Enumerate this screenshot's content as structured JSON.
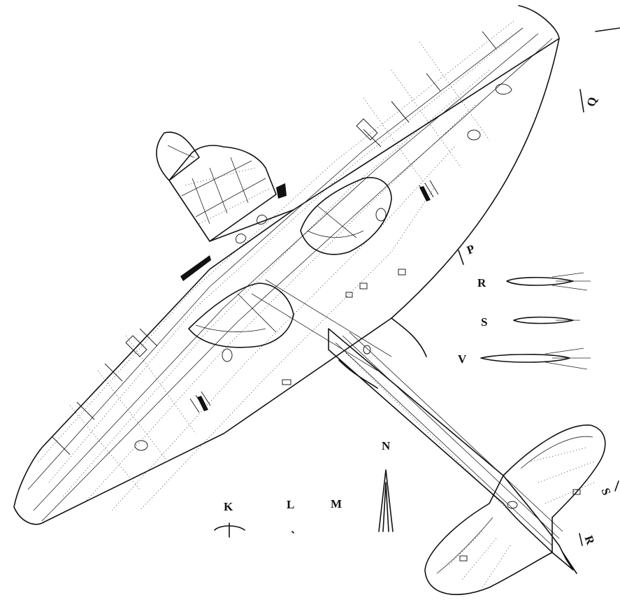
{
  "labels": {
    "K": "K",
    "L": "L",
    "M": "M",
    "N": "N",
    "P": "P",
    "Q": "Q",
    "R_profile": "R",
    "S_profile": "S",
    "V_profile": "V",
    "R_tail": "R",
    "S_tail": "S"
  },
  "colors": {
    "ink": "#111111",
    "paper": "#ffffff"
  }
}
